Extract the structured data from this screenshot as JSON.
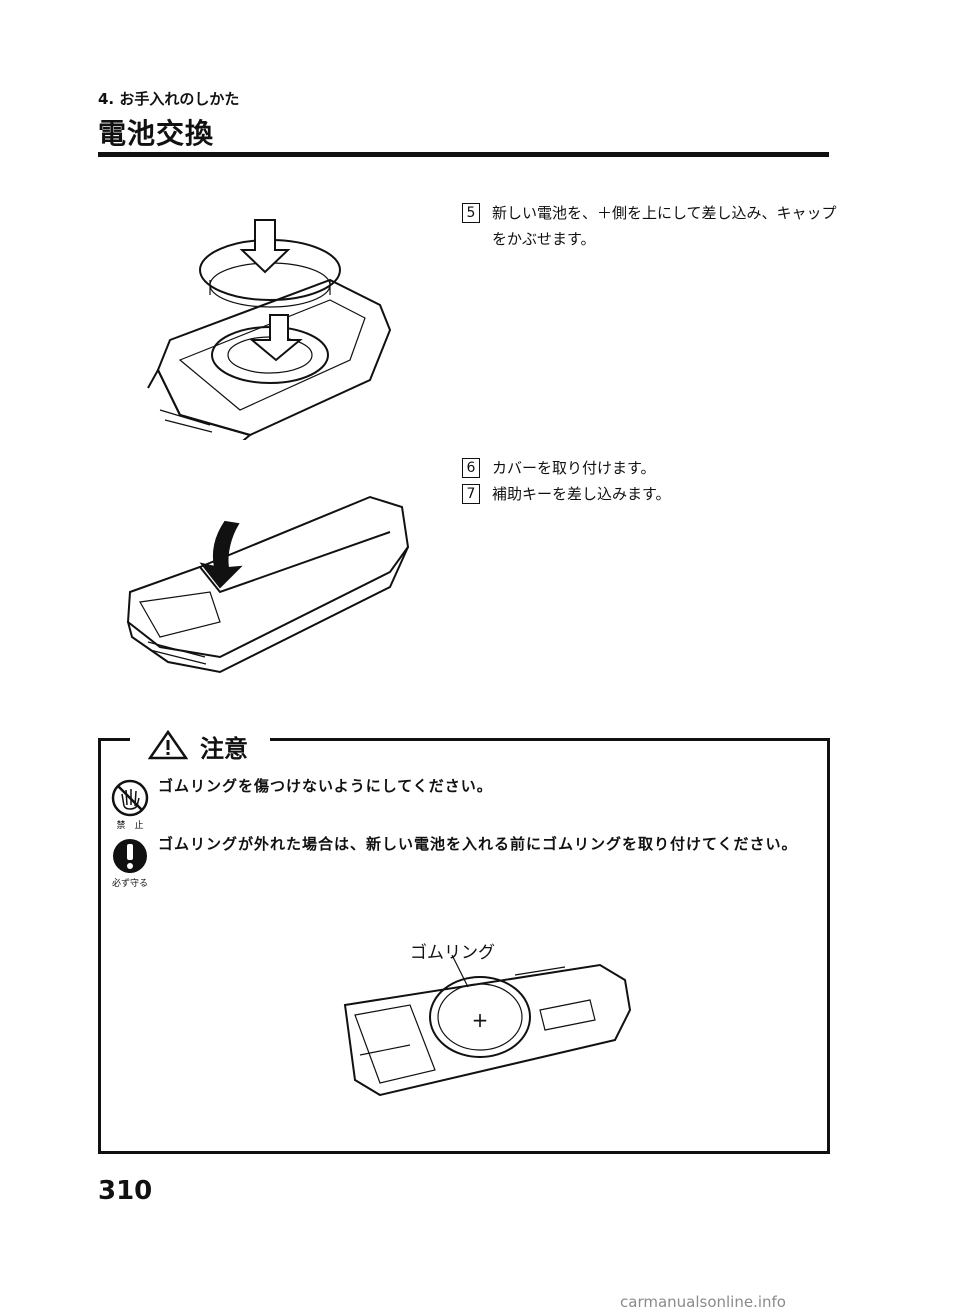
{
  "header": {
    "section_label": "4. お手入れのしかた",
    "page_title": "電池交換"
  },
  "steps": [
    {
      "num": "5",
      "text": "新しい電池を、＋側を上にして差し込み、キャップをかぶせます。"
    },
    {
      "num": "6",
      "text": "カバーを取り付けます。"
    },
    {
      "num": "7",
      "text": "補助キーを差し込みます。"
    }
  ],
  "caution": {
    "title": "注意",
    "items": [
      {
        "icon": "prohibited-hand-icon",
        "icon_caption": "禁　止",
        "text": "ゴムリングを傷つけないようにしてください。"
      },
      {
        "icon": "exclamation-icon",
        "icon_caption": "必ず守る",
        "text": "ゴムリングが外れた場合は、新しい電池を入れる前にゴムリングを取り付けてください。"
      }
    ],
    "callout_label": "ゴムリング"
  },
  "footer": {
    "page_number": "310",
    "watermark": "carmanualsonline.info"
  },
  "colors": {
    "ink": "#111111",
    "watermark": "#8a8a8a"
  }
}
